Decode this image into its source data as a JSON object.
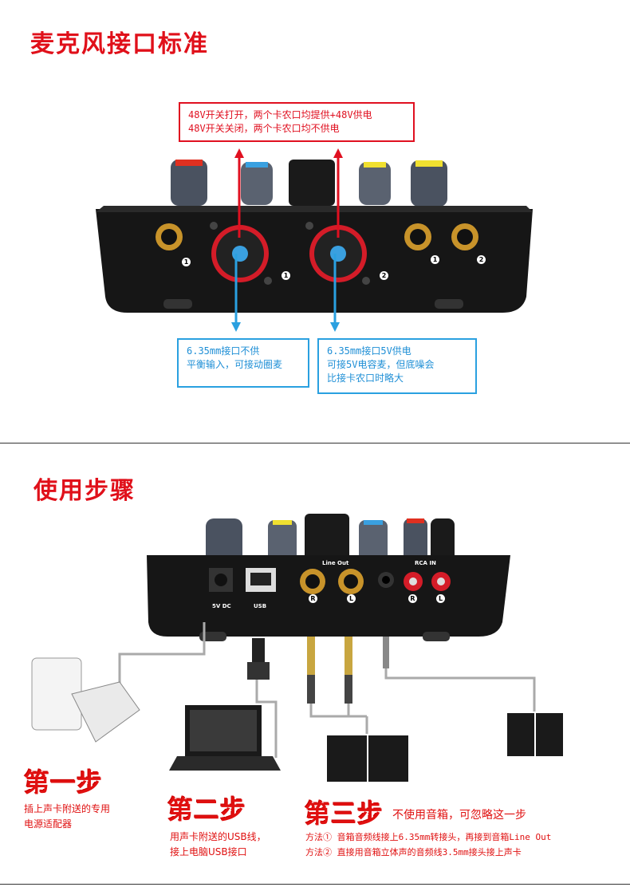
{
  "section1": {
    "title": "麦克风接口标准",
    "red_box": [
      "48V开关打开，两个卡农口均提供+48V供电",
      "48V开关关闭，两个卡农口均不供电"
    ],
    "blue_box_left": [
      "6.35mm接口不供",
      "平衡输入，可接动圈麦"
    ],
    "blue_box_right": [
      "6.35mm接口5V供电",
      "可接5V电容麦，但底噪会",
      "比接卡农口时略大"
    ],
    "device_numbers": [
      "1",
      "1",
      "2",
      "1",
      "2"
    ]
  },
  "section2": {
    "title": "使用步骤",
    "device_labels": {
      "line_out": "Line Out",
      "rca_in": "RCA IN",
      "usb": "USB",
      "dc": "5V DC",
      "r": "R",
      "l": "L"
    },
    "step1": {
      "title": "第一步",
      "desc": [
        "插上声卡附送的专用",
        "电源适配器"
      ]
    },
    "step2": {
      "title": "第二步",
      "desc": [
        "用声卡附送的USB线，",
        "接上电脑USB接口"
      ]
    },
    "step3": {
      "title": "第三步",
      "note": "不使用音箱，可忽略这一步",
      "method1": "方法① 音箱音频线接上6.35mm转接头，再接到音箱Line Out",
      "method2": "方法② 直接用音箱立体声的音频线3.5mm接头接上声卡"
    }
  },
  "colors": {
    "heading_red": "#e0101a",
    "box_blue": "#2aa0e0",
    "device_black": "#161616"
  }
}
